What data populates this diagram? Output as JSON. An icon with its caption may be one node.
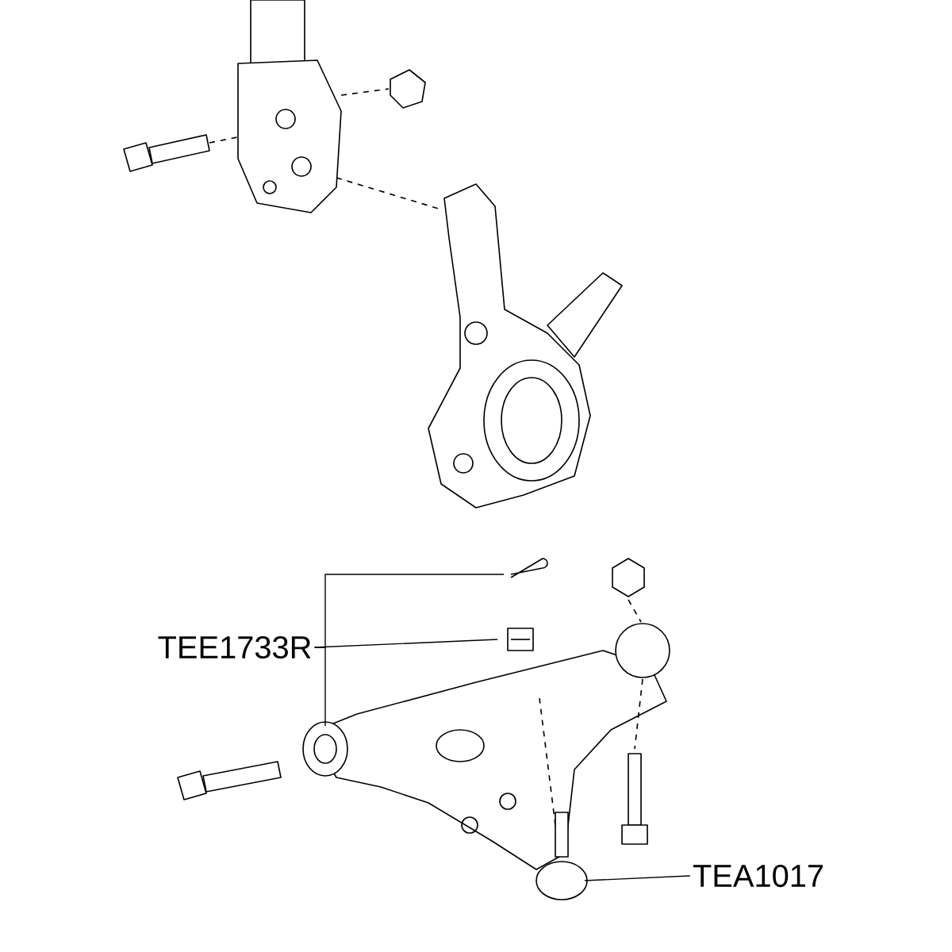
{
  "diagram": {
    "nodes": [
      {
        "text": [
          "TEE1733R"
        ]
      },
      {
        "text": [],
        "shape": "picture"
      },
      {
        "text": [],
        "shape": "picture"
      },
      {
        "text": [],
        "shape": "picture"
      },
      {
        "text": [
          "TEA1017"
        ]
      },
      {
        "text": [],
        "shape": "picture"
      }
    ],
    "edges": [
      {
        "from": 0,
        "to": 1,
        "arrow": "none"
      },
      {
        "from": 0,
        "to": 2,
        "arrow": "none"
      },
      {
        "from": 0,
        "to": 3,
        "arrow": "none"
      },
      {
        "from": 4,
        "to": 5,
        "arrow": "none"
      }
    ]
  }
}
